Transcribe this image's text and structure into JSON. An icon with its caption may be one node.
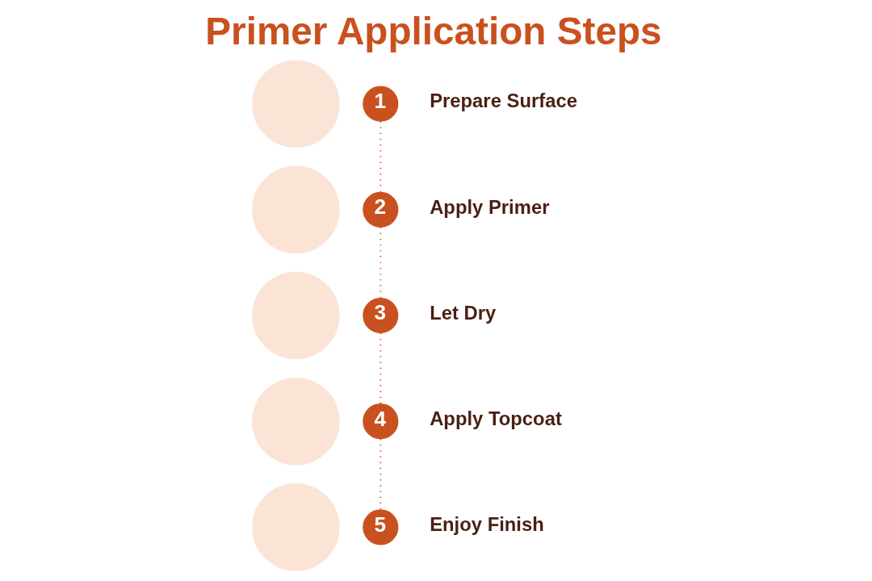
{
  "diagram": {
    "title": "Primer Application Steps",
    "nodes": [
      {
        "text": [],
        "shape": "circle"
      },
      {
        "text": [
          "1"
        ],
        "beside": [
          "Prepare Surface"
        ]
      },
      {
        "text": [],
        "shape": "circle"
      },
      {
        "text": [
          "2"
        ],
        "beside": [
          "Apply Primer"
        ]
      },
      {
        "text": [],
        "shape": "circle"
      },
      {
        "text": [
          "3"
        ],
        "beside": [
          "Let Dry"
        ]
      },
      {
        "text": [],
        "shape": "circle"
      },
      {
        "text": [
          "4"
        ],
        "beside": [
          "Apply Topcoat"
        ]
      },
      {
        "text": [],
        "shape": "circle"
      },
      {
        "text": [
          "5"
        ],
        "beside": [
          "Enjoy Finish"
        ]
      }
    ],
    "edges": [
      {
        "from": 1,
        "to": 3,
        "arrow": "none",
        "style": "dashed"
      },
      {
        "from": 3,
        "to": 5,
        "arrow": "none",
        "style": "dashed"
      },
      {
        "from": 5,
        "to": 7,
        "arrow": "none",
        "style": "dashed"
      },
      {
        "from": 7,
        "to": 9,
        "arrow": "none",
        "style": "dashed"
      }
    ]
  }
}
